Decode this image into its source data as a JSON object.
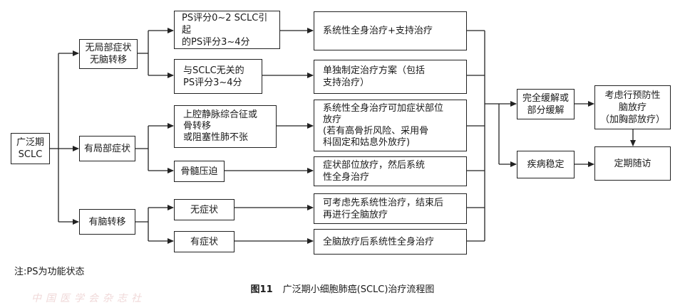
{
  "boxes": {
    "extensive_sclc": "广泛期\nSCLC",
    "no_local_no_brain": "无局部症状\n无脑转移",
    "local_symptoms": "有局部症状",
    "brain_metastasis": "有脑转移",
    "ps_due_to_sclc": "PS评分0~2 SCLC引起\n的PS评分3~4分",
    "ps_unrelated": "与SCLC无关的\nPS评分3~4分",
    "svc_syndrome": "上腔静脉综合征或\n骨转移\n或阻塞性肺不张",
    "bone_marrow": "骨髓压迫",
    "asymptomatic": "无症状",
    "symptomatic": "有症状",
    "tx_systemic_support": "系统性全身治疗+支持治疗",
    "tx_individual": "单独制定治疗方案（包括\n支持治疗）",
    "tx_systemic_local": "系统性全身治疗可加症状部位\n放疗\n(若有高骨折风险、采用骨\n科固定和姑息外放疗)",
    "tx_local_then_systemic": "症状部位放疗，然后系统\n性全身治疗",
    "tx_systemic_then_brain": "可考虑先系统性治疗，结束后\n再进行全脑放疗",
    "tx_brain_then_systemic": "全脑放疗后系统性全身治疗",
    "response_complete_partial": "完全缓解或\n部分缓解",
    "stable_disease": "疾病稳定",
    "prophylactic_rt": "考虑行预防性\n脑放疗\n（加胸部放疗）",
    "follow_up": "定期随访"
  },
  "note": "注:PS为功能状态",
  "caption": {
    "figure_number": "图11",
    "title": "广泛期小细胞肺癌(SCLC)治疗流程图"
  },
  "watermark": "中国医学会杂志社"
}
